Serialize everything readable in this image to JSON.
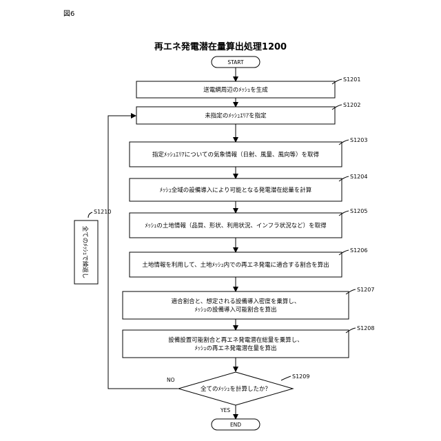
{
  "figure_label": "図6",
  "title": "再エネ発電潜在量算出処理1200",
  "start": "START",
  "end": "END",
  "steps": [
    {
      "id": "S1201",
      "text": [
        "送電網周辺のﾒｯｼｭを生成"
      ]
    },
    {
      "id": "S1202",
      "text": [
        "未指定のﾒｯｼｭｴﾘｱを指定"
      ]
    },
    {
      "id": "S1203",
      "text": [
        "指定ﾒｯｼｭｴﾘｱについての気象情報（日射、風量、風向等）を取得"
      ]
    },
    {
      "id": "S1204",
      "text": [
        "ﾒｯｼｭ全域の設備導入により可能となる発電潜在総量を計算"
      ]
    },
    {
      "id": "S1205",
      "text": [
        "ﾒｯｼｭの土地情報（品質、形状、利用状況、インフラ状況など）を取得"
      ]
    },
    {
      "id": "S1206",
      "text": [
        "土地情報を利用して、土地ﾒｯｼｭ内での再エネ発電に適合する割合を算出"
      ]
    },
    {
      "id": "S1207",
      "text": [
        "適合割合と、想定される設備導入密度を乗算し、",
        "ﾒｯｼｭの設備導入可能割合を算出"
      ]
    },
    {
      "id": "S1208",
      "text": [
        "設備設置可能割合と再エネ発電潜在総量を乗算し、",
        "ﾒｯｼｭの再エネ発電潜在量を算出"
      ]
    }
  ],
  "decision": {
    "id": "S1209",
    "text": "全てのﾒｯｼｭを計算したか？",
    "no": "NO",
    "yes": "YES"
  },
  "loop": {
    "id": "S1210",
    "text": "全てのﾒｯｼｭで繰返し"
  }
}
